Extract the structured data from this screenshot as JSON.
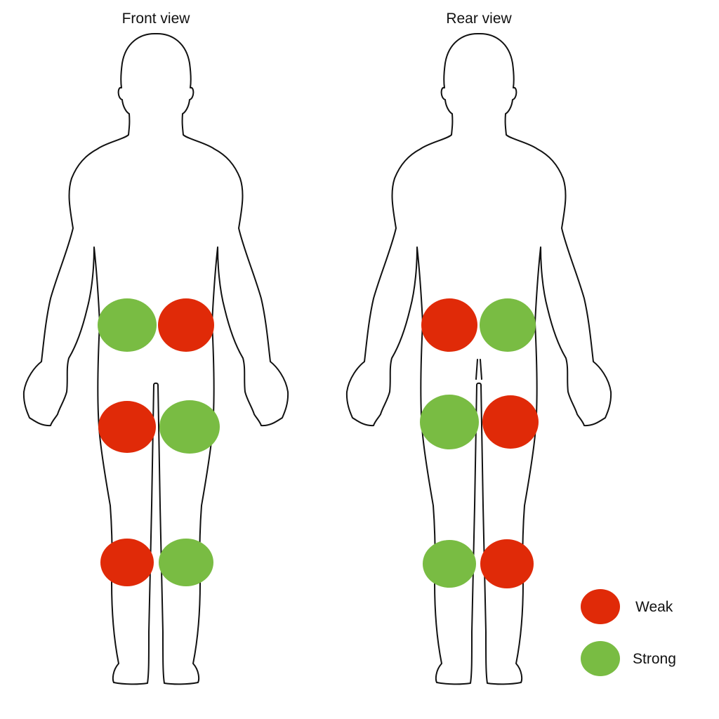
{
  "colors": {
    "weak": "#e02a08",
    "strong": "#79bc43",
    "outline": "#111111",
    "background": "#ffffff"
  },
  "views": [
    {
      "id": "front",
      "title": "Front view",
      "markers": [
        {
          "region": "hip-left",
          "status": "strong"
        },
        {
          "region": "hip-right",
          "status": "weak"
        },
        {
          "region": "thigh-left",
          "status": "weak"
        },
        {
          "region": "thigh-right",
          "status": "strong"
        },
        {
          "region": "knee-left",
          "status": "weak"
        },
        {
          "region": "knee-right",
          "status": "strong"
        }
      ]
    },
    {
      "id": "rear",
      "title": "Rear view",
      "markers": [
        {
          "region": "hip-left",
          "status": "weak"
        },
        {
          "region": "hip-right",
          "status": "strong"
        },
        {
          "region": "thigh-left",
          "status": "strong"
        },
        {
          "region": "thigh-right",
          "status": "weak"
        },
        {
          "region": "knee-left",
          "status": "strong"
        },
        {
          "region": "knee-right",
          "status": "weak"
        }
      ]
    }
  ],
  "legend": {
    "weak_label": "Weak",
    "strong_label": "Strong"
  }
}
